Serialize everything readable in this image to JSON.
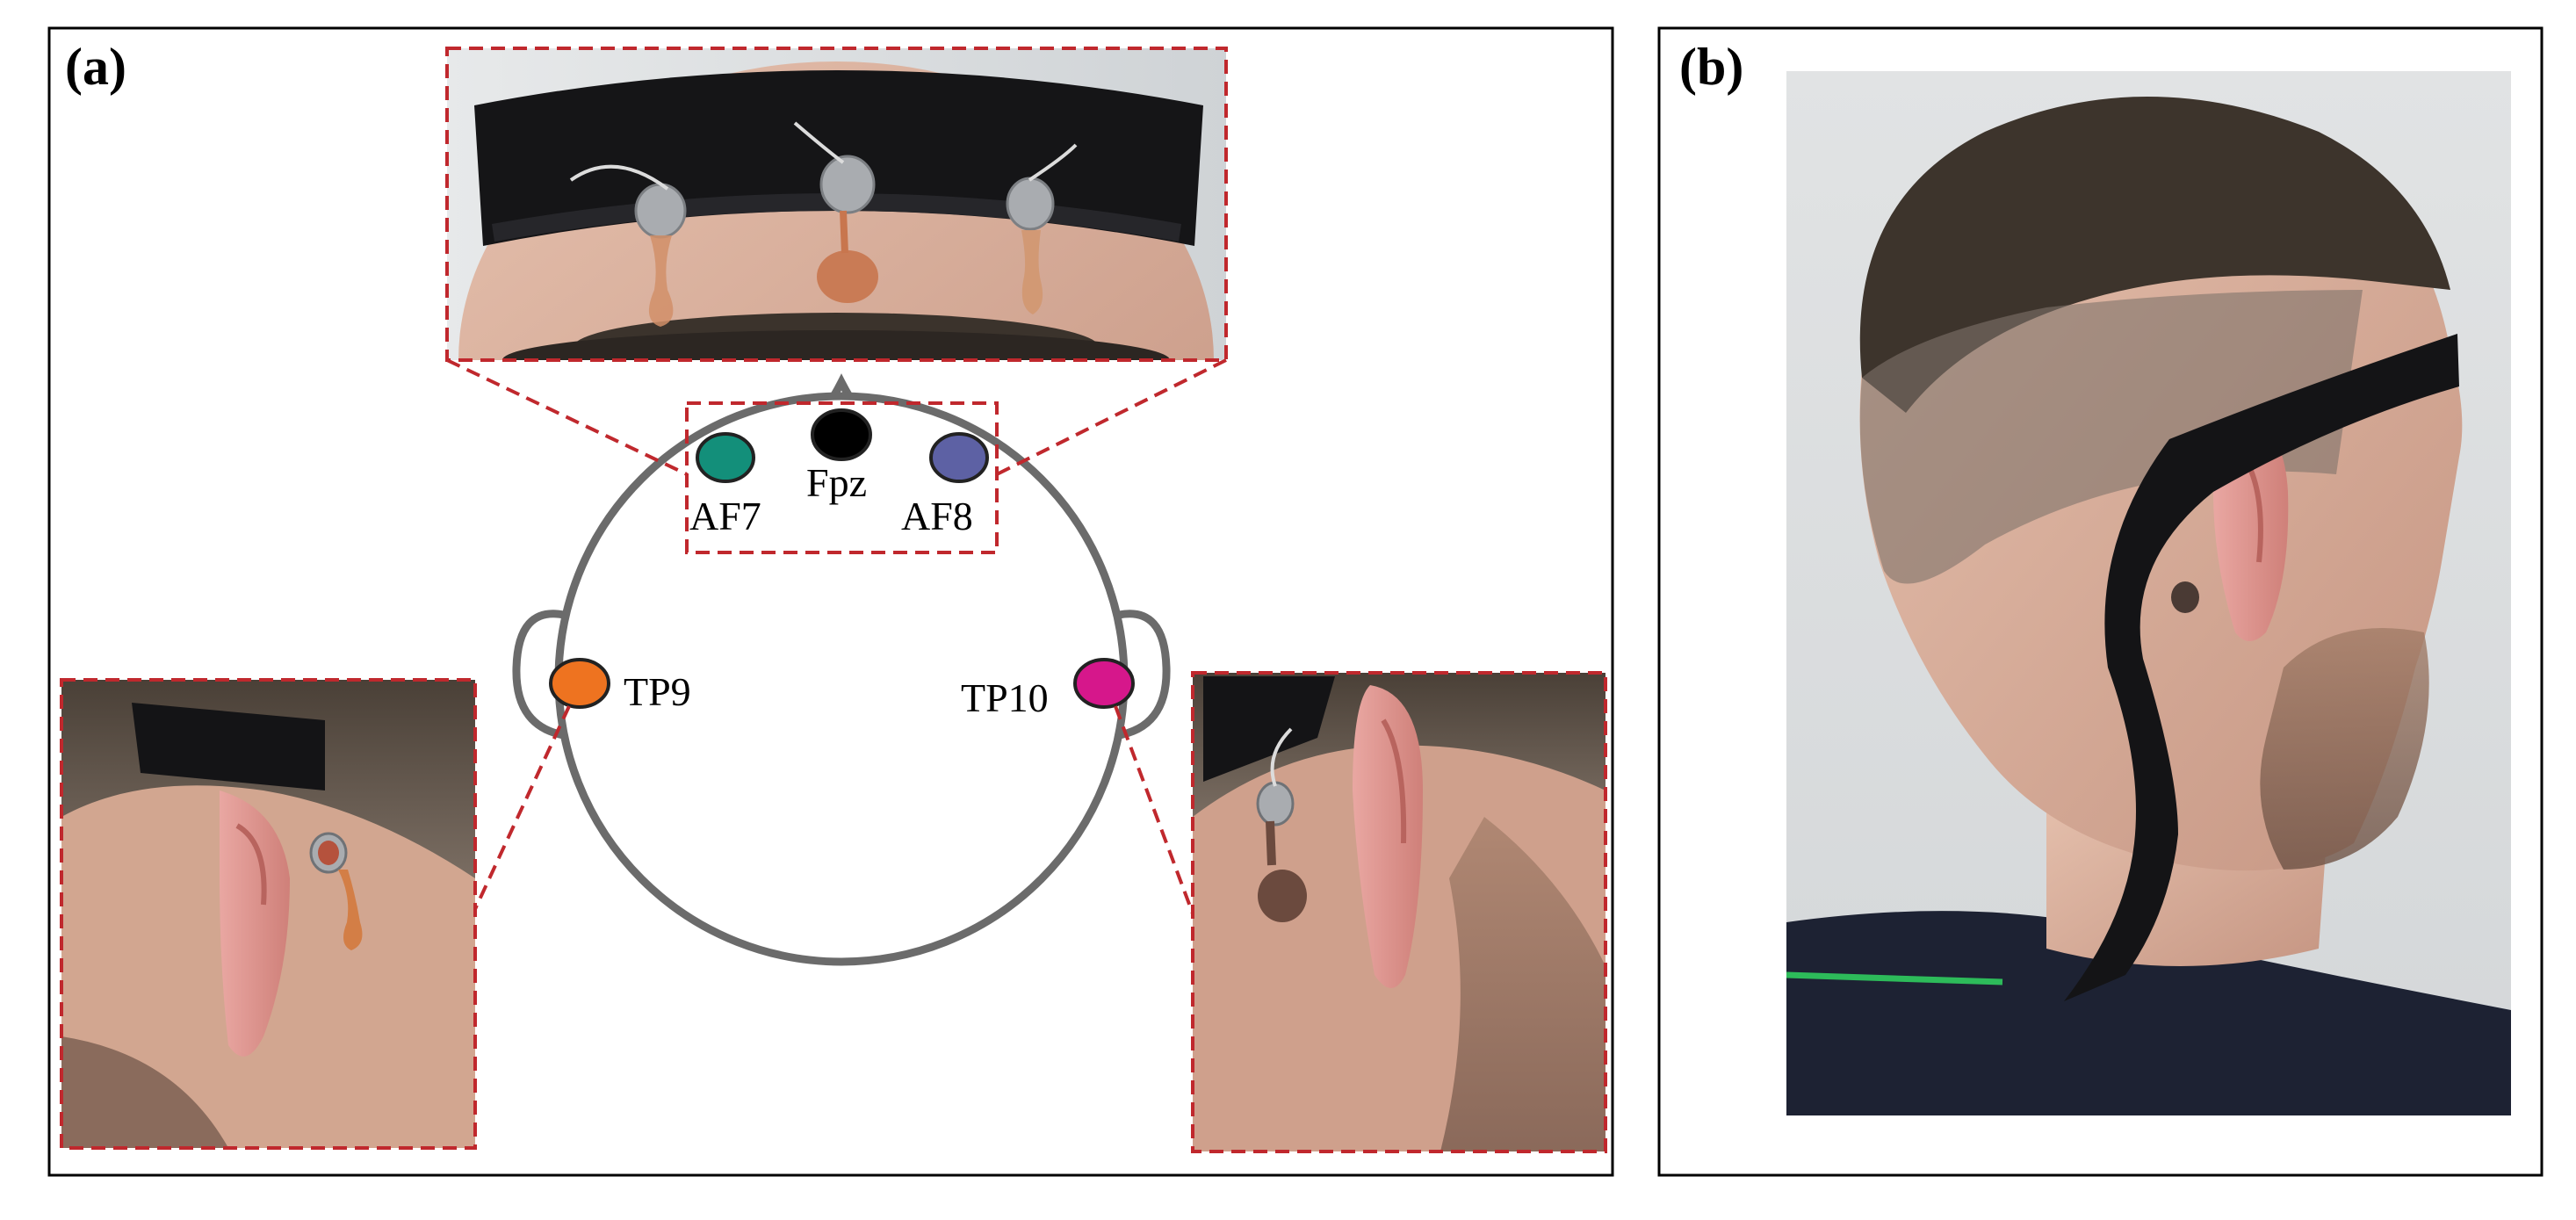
{
  "figure": {
    "panel_a_label": "(a)",
    "panel_b_label": "(b)"
  },
  "electrodes": [
    {
      "id": "AF7",
      "label": "AF7",
      "color": "#138f7a"
    },
    {
      "id": "Fpz",
      "label": "Fpz",
      "color": "#000000"
    },
    {
      "id": "AF8",
      "label": "AF8",
      "color": "#5d61a4"
    },
    {
      "id": "TP9",
      "label": "TP9",
      "color": "#ee7320"
    },
    {
      "id": "TP10",
      "label": "TP10",
      "color": "#d6178b"
    }
  ],
  "colors": {
    "head_outline": "#6b6b6b",
    "callout_dash": "#c0282d",
    "headband": "#141416",
    "skin": "#d8ab95",
    "hair": "#3f372f",
    "photo_background": "#dcdfe1"
  },
  "insets": {
    "forehead": "forehead-electrodes-photo",
    "left_ear": "left-ear-electrode-photo",
    "right_ear": "right-ear-electrode-photo",
    "side_view": "side-view-headband-photo"
  }
}
